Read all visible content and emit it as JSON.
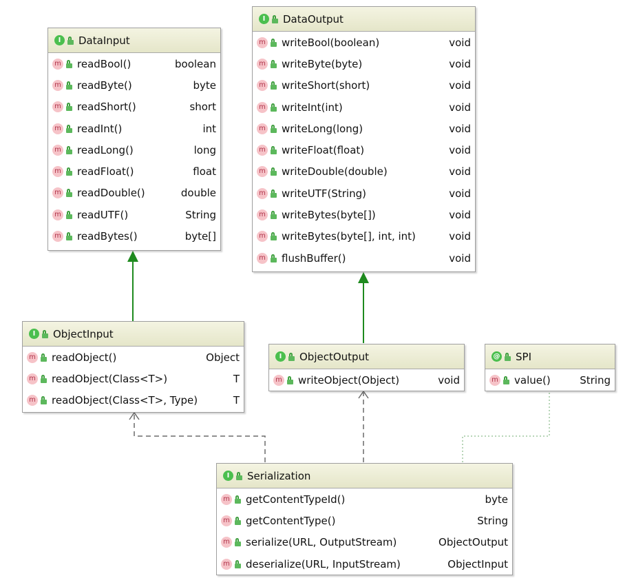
{
  "diagram": {
    "nodes": [
      {
        "id": "DataInput",
        "kind_glyph": "I",
        "title": "DataInput",
        "methods": [
          {
            "name": "readBool()",
            "type": "boolean"
          },
          {
            "name": "readByte()",
            "type": "byte"
          },
          {
            "name": "readShort()",
            "type": "short"
          },
          {
            "name": "readInt()",
            "type": "int"
          },
          {
            "name": "readLong()",
            "type": "long"
          },
          {
            "name": "readFloat()",
            "type": "float"
          },
          {
            "name": "readDouble()",
            "type": "double"
          },
          {
            "name": "readUTF()",
            "type": "String"
          },
          {
            "name": "readBytes()",
            "type": "byte[]"
          }
        ]
      },
      {
        "id": "DataOutput",
        "kind_glyph": "I",
        "title": "DataOutput",
        "methods": [
          {
            "name": "writeBool(boolean)",
            "type": "void"
          },
          {
            "name": "writeByte(byte)",
            "type": "void"
          },
          {
            "name": "writeShort(short)",
            "type": "void"
          },
          {
            "name": "writeInt(int)",
            "type": "void"
          },
          {
            "name": "writeLong(long)",
            "type": "void"
          },
          {
            "name": "writeFloat(float)",
            "type": "void"
          },
          {
            "name": "writeDouble(double)",
            "type": "void"
          },
          {
            "name": "writeUTF(String)",
            "type": "void"
          },
          {
            "name": "writeBytes(byte[])",
            "type": "void"
          },
          {
            "name": "writeBytes(byte[], int, int)",
            "type": "void"
          },
          {
            "name": "flushBuffer()",
            "type": "void"
          }
        ]
      },
      {
        "id": "ObjectInput",
        "kind_glyph": "I",
        "title": "ObjectInput",
        "methods": [
          {
            "name": "readObject()",
            "type": "Object"
          },
          {
            "name": "readObject(Class<T>)",
            "type": "T"
          },
          {
            "name": "readObject(Class<T>, Type)",
            "type": "T"
          }
        ]
      },
      {
        "id": "ObjectOutput",
        "kind_glyph": "I",
        "title": "ObjectOutput",
        "methods": [
          {
            "name": "writeObject(Object)",
            "type": "void"
          }
        ]
      },
      {
        "id": "SPI",
        "kind_glyph": "@",
        "title": "SPI",
        "methods": [
          {
            "name": "value()",
            "type": "String"
          }
        ]
      },
      {
        "id": "Serialization",
        "kind_glyph": "I",
        "title": "Serialization",
        "methods": [
          {
            "name": "getContentTypeId()",
            "type": "byte"
          },
          {
            "name": "getContentType()",
            "type": "String"
          },
          {
            "name": "serialize(URL, OutputStream)",
            "type": "ObjectOutput"
          },
          {
            "name": "deserialize(URL, InputStream)",
            "type": "ObjectInput"
          }
        ]
      }
    ],
    "method_glyph": "m",
    "edges": [
      {
        "from": "ObjectInput",
        "to": "DataInput",
        "kind": "extends",
        "color": "#1e8a1e"
      },
      {
        "from": "ObjectOutput",
        "to": "DataOutput",
        "kind": "extends",
        "color": "#1e8a1e"
      },
      {
        "from": "Serialization",
        "to": "ObjectInput",
        "kind": "uses",
        "color": "#6a6a6a"
      },
      {
        "from": "Serialization",
        "to": "ObjectOutput",
        "kind": "uses",
        "color": "#6a6a6a"
      },
      {
        "from": "Serialization",
        "to": "SPI",
        "kind": "annotated-by",
        "color": "#9fc79f"
      }
    ]
  }
}
